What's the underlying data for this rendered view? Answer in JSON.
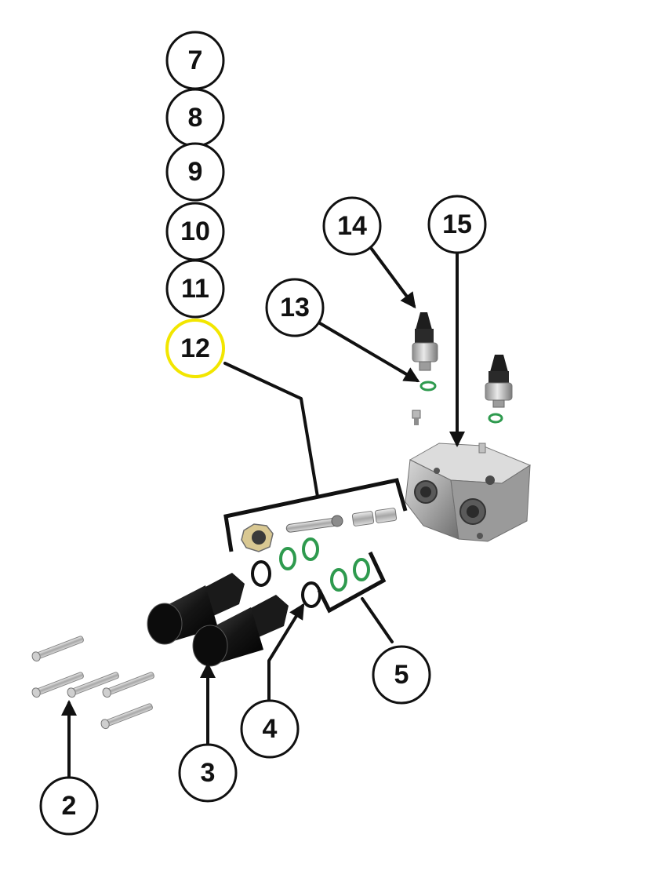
{
  "callouts": {
    "c7": "7",
    "c8": "8",
    "c9": "9",
    "c10": "10",
    "c11": "11",
    "c12": "12",
    "c13": "13",
    "c14": "14",
    "c15": "15",
    "c2": "2",
    "c3": "3",
    "c4": "4",
    "c5": "5"
  },
  "highlighted_callout": "12",
  "colors": {
    "highlight": "#f2e600",
    "ink": "#111111",
    "seal_green": "#2e9a4e",
    "metal_dark": "#6b6b6b",
    "metal_light": "#c9c9c9",
    "cap_black": "#1a1a1a"
  }
}
